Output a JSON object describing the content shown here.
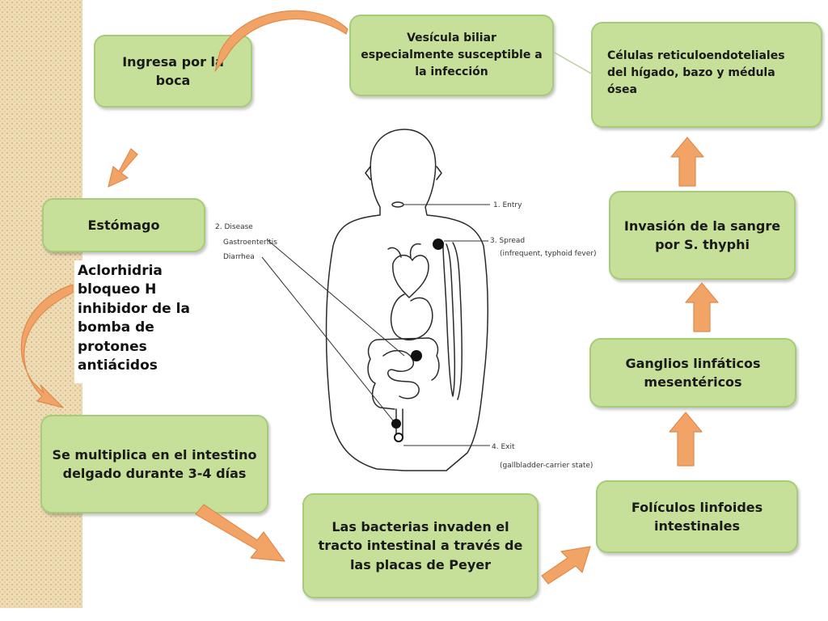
{
  "boxes": {
    "ingresa": "Ingresa por la boca",
    "vesicula": "Vesícula biliar especialmente susceptible a la infección",
    "celulas": "Células reticuloendoteliales del hígado, bazo y médula ósea",
    "estomago": "Estómago",
    "invasion": "Invasión de la sangre por S. thyphi",
    "ganglios": "Ganglios linfáticos mesentéricos",
    "multiplica": "Se multiplica en el intestino delgado durante 3-4 días",
    "bacterias": "Las bacterias invaden el tracto intestinal a través de las placas de Peyer",
    "foliculos": "Folículos linfoides intestinales"
  },
  "note_lines": [
    "Aclorhidria",
    "bloqueo H",
    "inhibidor de la",
    "bomba de",
    "protones",
    "antiácidos"
  ],
  "figure_labels": {
    "entry": "1. Entry",
    "disease": "2. Disease",
    "gastro": "Gastroenteritis",
    "diarrhea": "Diarrhea",
    "spread": "3. Spread",
    "spread_note": "(infrequent, typhoid fever)",
    "exit": "4. Exit",
    "exit_note": "(gallbladder-carrier state)"
  },
  "colors": {
    "box_fill": "#c6e09a",
    "box_border": "#a6cc7a",
    "arrow": "#f2a467",
    "arrow_stroke": "#e08a4c",
    "stripe": "#eedcb6"
  }
}
